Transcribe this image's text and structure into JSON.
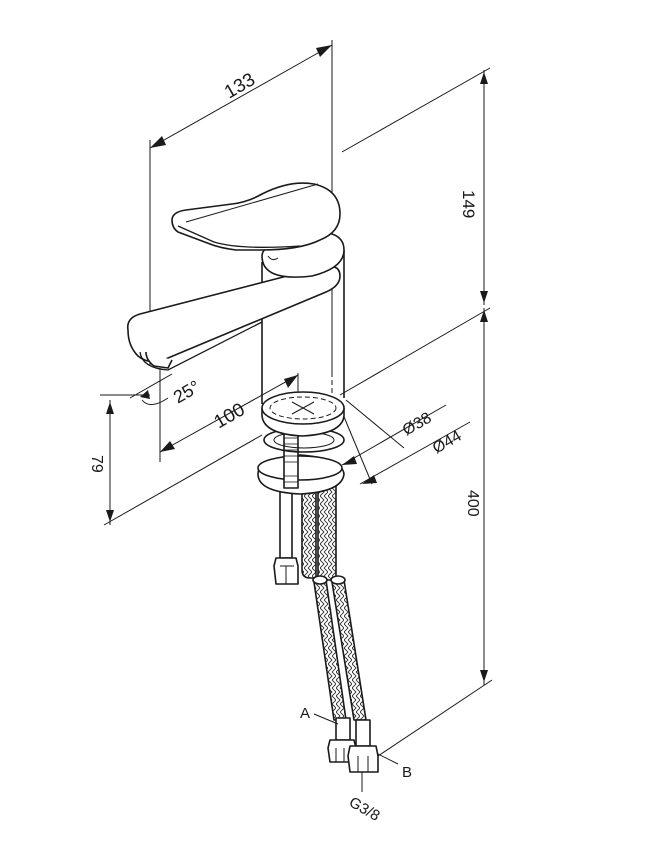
{
  "drawing": {
    "title": "Basin mixer technical drawing",
    "colors": {
      "line": "#1a1a1a",
      "background": "#ffffff"
    }
  },
  "dimensions": {
    "spout_reach": "133",
    "height_above_base": "149",
    "spout_projection": "100",
    "spout_angle": "25°",
    "spout_clearance": "79",
    "hose_length": "400",
    "diameter_inner": "Ø38",
    "diameter_outer": "Ø44"
  },
  "labels": {
    "hose_a": "A",
    "hose_b": "B",
    "thread": "G3/8"
  }
}
